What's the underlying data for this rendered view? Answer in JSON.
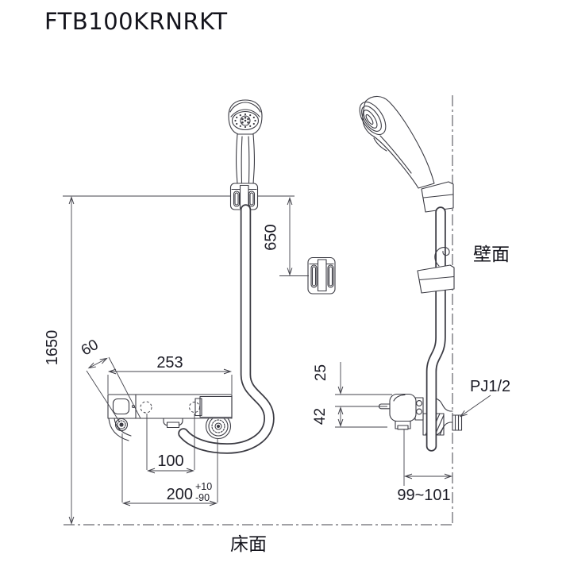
{
  "title": "FTB100KRNRKT",
  "labels": {
    "wall": "壁面",
    "floor": "床面",
    "thread_spec": "PJ1/2"
  },
  "dimensions": {
    "total_height": "1650",
    "hanger_drop": "650",
    "handle_clearance": "60",
    "body_width": "253",
    "inlet_pitch": "100",
    "leg_pitch": "200",
    "leg_pitch_tol_plus": "+10",
    "leg_pitch_tol_minus": "-90",
    "top_offset": "25",
    "outlet_offset": "42",
    "wall_distance": "99~101"
  },
  "colors": {
    "line": "#3b3b43",
    "text": "#1c1c26",
    "background": "#ffffff"
  }
}
